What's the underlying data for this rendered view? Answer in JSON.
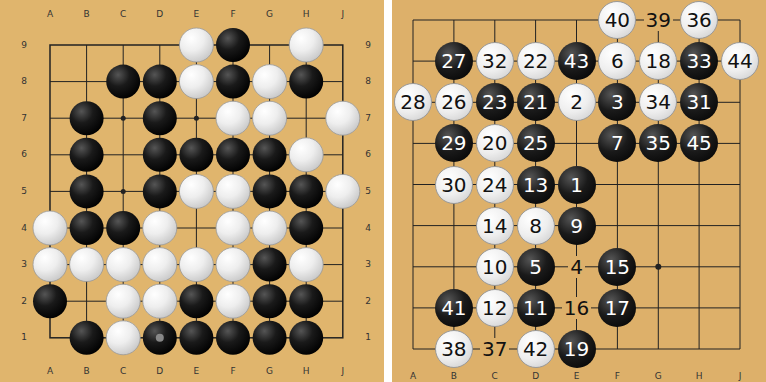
{
  "diagram": {
    "nodes": [
      {
        "text": [
          "40"
        ]
      },
      {
        "text": [
          "36"
        ]
      },
      {
        "text": [
          "27"
        ]
      },
      {
        "text": [
          "32"
        ]
      },
      {
        "text": [
          "22"
        ]
      },
      {
        "text": [
          "43"
        ]
      },
      {
        "text": [
          "6"
        ]
      },
      {
        "text": [
          "18"
        ]
      },
      {
        "text": [
          "33"
        ]
      },
      {
        "text": [
          "44"
        ]
      },
      {
        "text": [
          "28"
        ]
      },
      {
        "text": [
          "26"
        ]
      },
      {
        "text": [
          "23"
        ]
      },
      {
        "text": [
          "21"
        ]
      },
      {
        "text": [
          "2"
        ]
      },
      {
        "text": [
          "3"
        ]
      },
      {
        "text": [
          "34"
        ]
      },
      {
        "text": [
          "31"
        ]
      },
      {
        "text": [
          "29"
        ]
      },
      {
        "text": [
          "20"
        ]
      },
      {
        "text": [
          "25"
        ]
      },
      {
        "text": [
          "7"
        ]
      },
      {
        "text": [
          "35"
        ]
      },
      {
        "text": [
          "45"
        ]
      },
      {
        "text": [
          "30"
        ]
      },
      {
        "text": [
          "24"
        ]
      },
      {
        "text": [
          "13"
        ]
      },
      {
        "text": [
          "1"
        ]
      },
      {
        "text": [
          "14"
        ]
      },
      {
        "text": [
          "8"
        ]
      },
      {
        "text": [
          "9"
        ]
      },
      {
        "text": [
          "10"
        ]
      },
      {
        "text": [
          "5"
        ]
      },
      {
        "text": [
          "15"
        ]
      },
      {
        "text": [
          "41"
        ]
      },
      {
        "text": [
          "12"
        ]
      },
      {
        "text": [
          "11"
        ]
      },
      {
        "text": [
          "17"
        ]
      },
      {
        "text": [
          "38"
        ]
      },
      {
        "text": [
          "42"
        ]
      },
      {
        "text": [
          "19"
        ]
      }
    ],
    "labels": [
      "A",
      "B",
      "C",
      "D",
      "E",
      "F",
      "G",
      "H",
      "J",
      "9",
      "8",
      "7",
      "6",
      "5",
      "4",
      "3",
      "2",
      "1",
      "9",
      "8",
      "7",
      "6",
      "5",
      "4",
      "3",
      "2",
      "1",
      "A",
      "B",
      "C",
      "D",
      "E",
      "F",
      "G",
      "H",
      "J",
      "39",
      "4",
      "16",
      "37",
      "A",
      "B",
      "C",
      "D",
      "E",
      "F",
      "G",
      "H",
      "J"
    ]
  }
}
